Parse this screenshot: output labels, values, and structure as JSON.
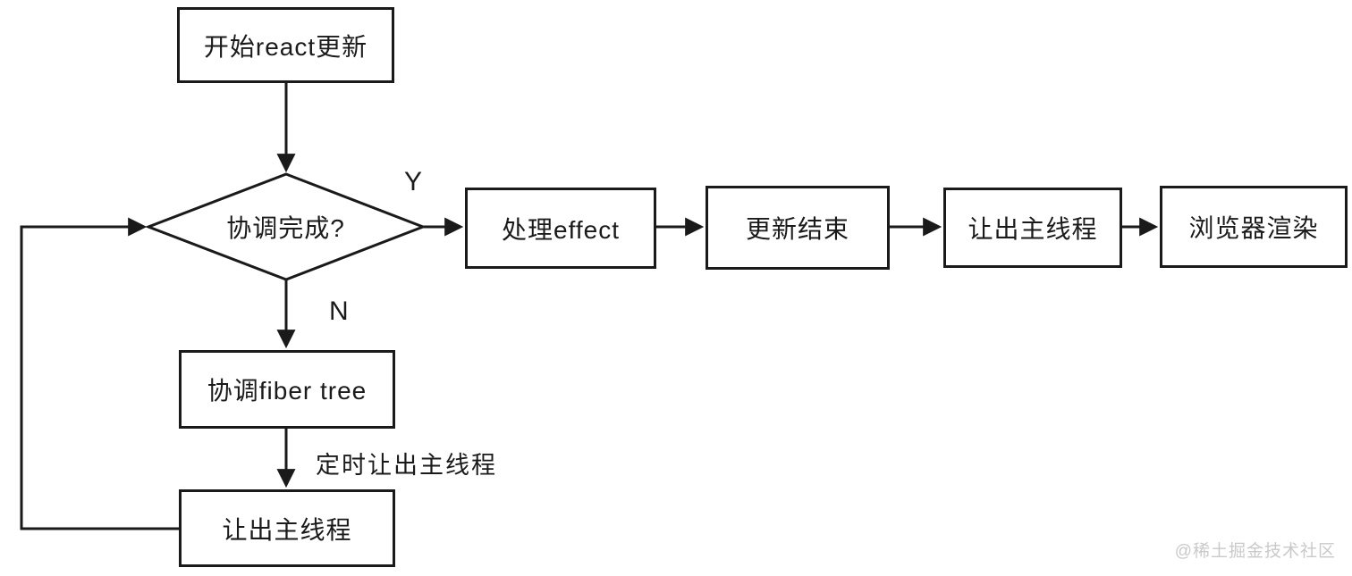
{
  "diagram": {
    "type": "flowchart",
    "background_color": "#ffffff",
    "stroke_color": "#1a1a1a",
    "text_color": "#1a1a1a"
  },
  "nodes": {
    "start": {
      "label": "开始react更新",
      "shape": "rectangle"
    },
    "decision": {
      "label": "协调完成?",
      "shape": "diamond"
    },
    "process_effect": {
      "label": "处理effect",
      "shape": "rectangle"
    },
    "update_end": {
      "label": "更新结束",
      "shape": "rectangle"
    },
    "yield_main_top": {
      "label": "让出主线程",
      "shape": "rectangle"
    },
    "browser_render": {
      "label": "浏览器渲染",
      "shape": "rectangle"
    },
    "reconcile_fiber": {
      "label": "协调fiber tree",
      "shape": "rectangle"
    },
    "yield_main_bottom": {
      "label": "让出主线程",
      "shape": "rectangle"
    }
  },
  "edge_labels": {
    "yes": "Y",
    "no": "N",
    "timed_yield": "定时让出主线程"
  },
  "edges": [
    {
      "from": "start",
      "to": "decision"
    },
    {
      "from": "decision",
      "to": "process_effect",
      "label": "Y"
    },
    {
      "from": "process_effect",
      "to": "update_end"
    },
    {
      "from": "update_end",
      "to": "yield_main_top"
    },
    {
      "from": "yield_main_top",
      "to": "browser_render"
    },
    {
      "from": "decision",
      "to": "reconcile_fiber",
      "label": "N"
    },
    {
      "from": "reconcile_fiber",
      "to": "yield_main_bottom",
      "label": "定时让出主线程"
    },
    {
      "from": "yield_main_bottom",
      "to": "decision",
      "label": "loop-back"
    }
  ],
  "watermark": {
    "text": "@稀土掘金技术社区",
    "color": "#c9c9c9"
  }
}
